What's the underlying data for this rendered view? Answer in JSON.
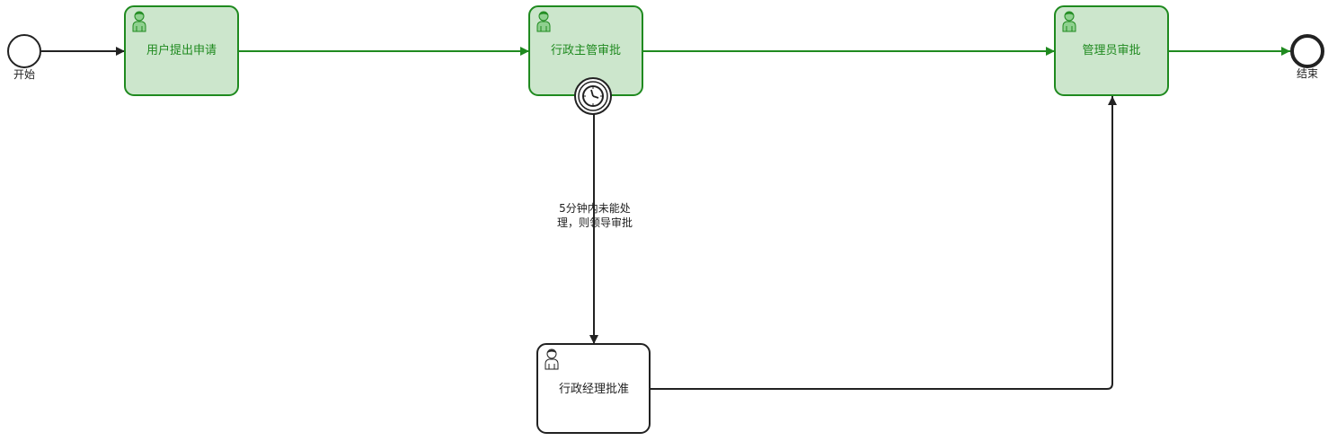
{
  "colors": {
    "completed_stroke": "#1f8a1f",
    "completed_fill": "#cce6cc",
    "completed_text": "#1f8a1f",
    "pending_stroke": "#222222",
    "pending_fill": "#ffffff",
    "pending_text": "#222222"
  },
  "events": {
    "start": {
      "label": "开始",
      "status": "completed"
    },
    "end": {
      "label": "结束",
      "status": "pending"
    }
  },
  "tasks": {
    "user_submit": {
      "label": "用户提出申请",
      "status": "completed",
      "icon": "user-icon"
    },
    "admin_supervisor": {
      "label": "行政主管审批",
      "status": "completed",
      "icon": "user-icon"
    },
    "administrator": {
      "label": "管理员审批",
      "status": "completed",
      "icon": "user-icon"
    },
    "admin_manager": {
      "label": "行政经理批准",
      "status": "pending",
      "icon": "user-icon"
    }
  },
  "timer_event": {
    "icon": "clock-icon"
  },
  "flows": {
    "timeout_line1": "5分钟内未能处",
    "timeout_line2": "理，则领导审批"
  }
}
